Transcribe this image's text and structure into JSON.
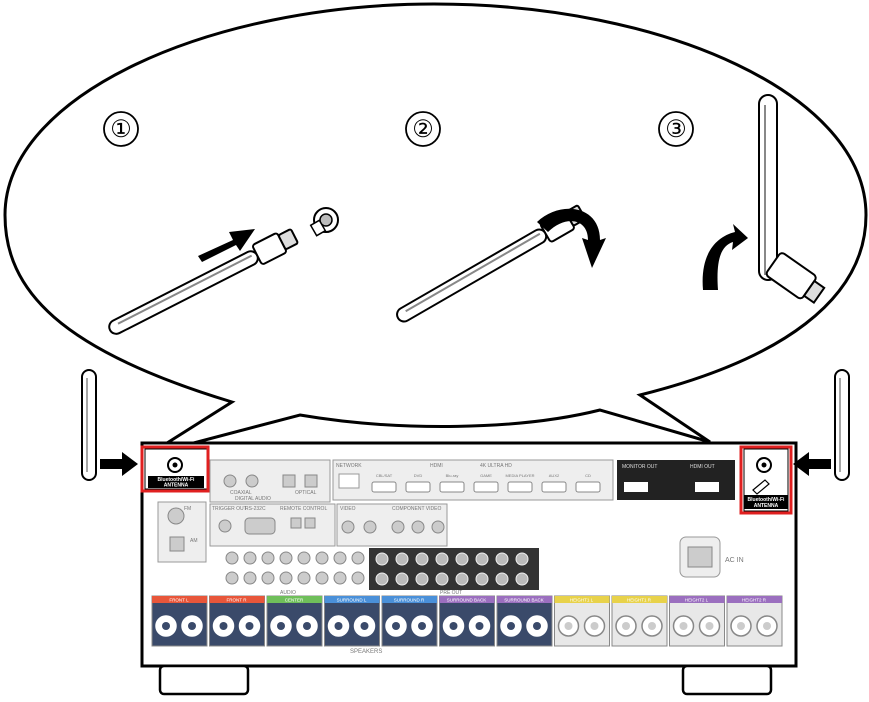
{
  "steps": [
    "①",
    "②",
    "③"
  ],
  "antenna_label_left": [
    "Bluetooth/Wi-Fi",
    "ANTENNA"
  ],
  "antenna_label_right": [
    "Bluetooth/Wi-Fi",
    "ANTENNA"
  ],
  "panel": {
    "network": "NETWORK",
    "hdmi_header": "HDMI",
    "hdmi_sub": "4K ULTRA HD",
    "hdmi_inputs": [
      "CBL/SAT",
      "DVD",
      "Blu-ray",
      "GAME",
      "MEDIA PLAYER",
      "AUX2",
      "CD"
    ],
    "digital_audio": "DIGITAL AUDIO",
    "coaxial": "COAXIAL",
    "optical": "OPTICAL",
    "trigger_out": "TRIGGER OUT",
    "rs232c": "RS-232C",
    "remote_control": "REMOTE CONTROL",
    "video": "VIDEO",
    "component_video": "COMPONENT VIDEO",
    "fm_am": [
      "FM",
      "AM"
    ],
    "audio": "AUDIO",
    "pre_out": "PRE OUT",
    "ac_in": "AC IN",
    "speakers": "SPEAKERS",
    "speaker_labels": [
      "FRONT L",
      "FRONT R",
      "CENTER",
      "SURROUND L",
      "SURROUND R",
      "SURROUND BACK",
      "SURROUND BACK",
      "HEIGHT1 L",
      "HEIGHT1 R",
      "HEIGHT2 L",
      "HEIGHT2 R"
    ],
    "monitor_out": "MONITOR OUT",
    "hdmi_out": "HDMI OUT"
  },
  "colors": {
    "highlight": "#e02020",
    "outline": "#000000",
    "panel_gray": "#d0d0d0",
    "front": "#e8563a",
    "center": "#6fbf5a",
    "surround": "#4a90d9",
    "surround_back": "#9b6fbf",
    "height1": "#e8d24a",
    "height2": "#9b6fbf"
  }
}
